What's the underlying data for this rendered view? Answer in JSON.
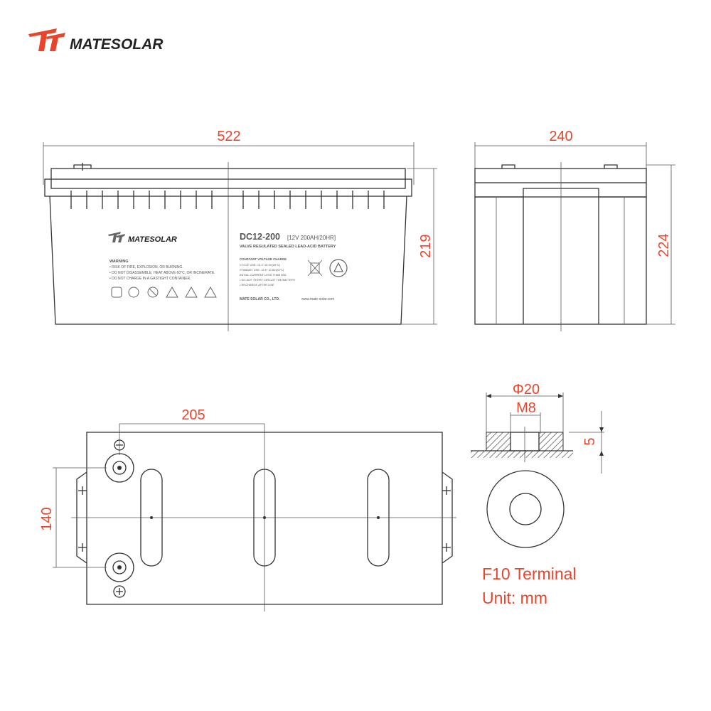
{
  "brand": {
    "name": "MATESOLAR",
    "logo_color": "#e8452c"
  },
  "colors": {
    "dimension": "#e8452c",
    "line": "#333333"
  },
  "front_view": {
    "width_dim": "522",
    "height_dim": "219",
    "label": {
      "brand": "MATESOLAR",
      "model": "DC12-200",
      "rating": "[12V 200AH/20HR]",
      "battery_type": "VALVE REGULATED SEALED LEAD-ACID BATTERY",
      "warning_title": "WARNING",
      "warnings": [
        "• RISK OF FIRE, EXPLOSION, OR BURNING.",
        "• DO NOT DISASSEMBLE, HEAT ABOVE 60°C, OR INCINERATE.",
        "• DO NOT CHARGE IN A GASTIGHT CONTAINER."
      ],
      "charge_title": "CONSTANT VOLTAGE CHARGE",
      "charge_lines": [
        "CYCLE USE: 14.4~15.0V(25°C)",
        "STANDBY USE: 13.6~13.8V(25°C)",
        "INITIAL CURRENT LESS THAN 60A",
        "• DO NOT SHORT CIRCUIT THE BATTERY",
        "• RECHARGE AFTER USE"
      ],
      "company": "MATE SOLAR CO., LTD.",
      "website": "www.mate-solar.com"
    }
  },
  "side_view": {
    "width_dim": "240",
    "height_dim": "224"
  },
  "top_view": {
    "terminal_spacing_dim": "205",
    "width_dim": "140"
  },
  "terminal_detail": {
    "diameter_dim": "Φ20",
    "thread_dim": "M8",
    "height_dim": "5"
  },
  "notes": {
    "terminal": "F10 Terminal",
    "unit": "Unit: mm"
  }
}
